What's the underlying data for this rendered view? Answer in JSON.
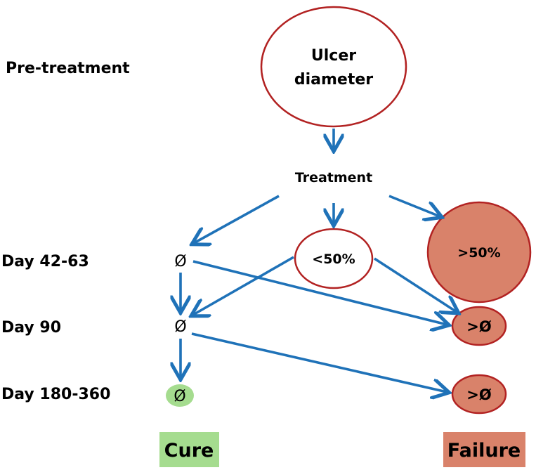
{
  "rows": {
    "pre_treatment": "Pre-treatment",
    "day_42_63": "Day 42-63",
    "day_90": "Day 90",
    "day_180_360": "Day 180-360"
  },
  "nodes": {
    "ulcer_line1": "Ulcer",
    "ulcer_line2": "diameter",
    "treatment": "Treatment",
    "less_50": "<50%",
    "more_50": ">50%",
    "empty_set_day42": "Ø",
    "empty_set_day90": "Ø",
    "empty_set_day180": "Ø",
    "greater_empty_day90": ">Ø",
    "greater_empty_day180": ">Ø"
  },
  "outcomes": {
    "cure": "Cure",
    "failure": "Failure"
  },
  "colors": {
    "arrow": "#1f72b8",
    "circle_border": "#b22222",
    "failure_fill": "#d9826a",
    "cure_fill": "#a5dc8f"
  }
}
